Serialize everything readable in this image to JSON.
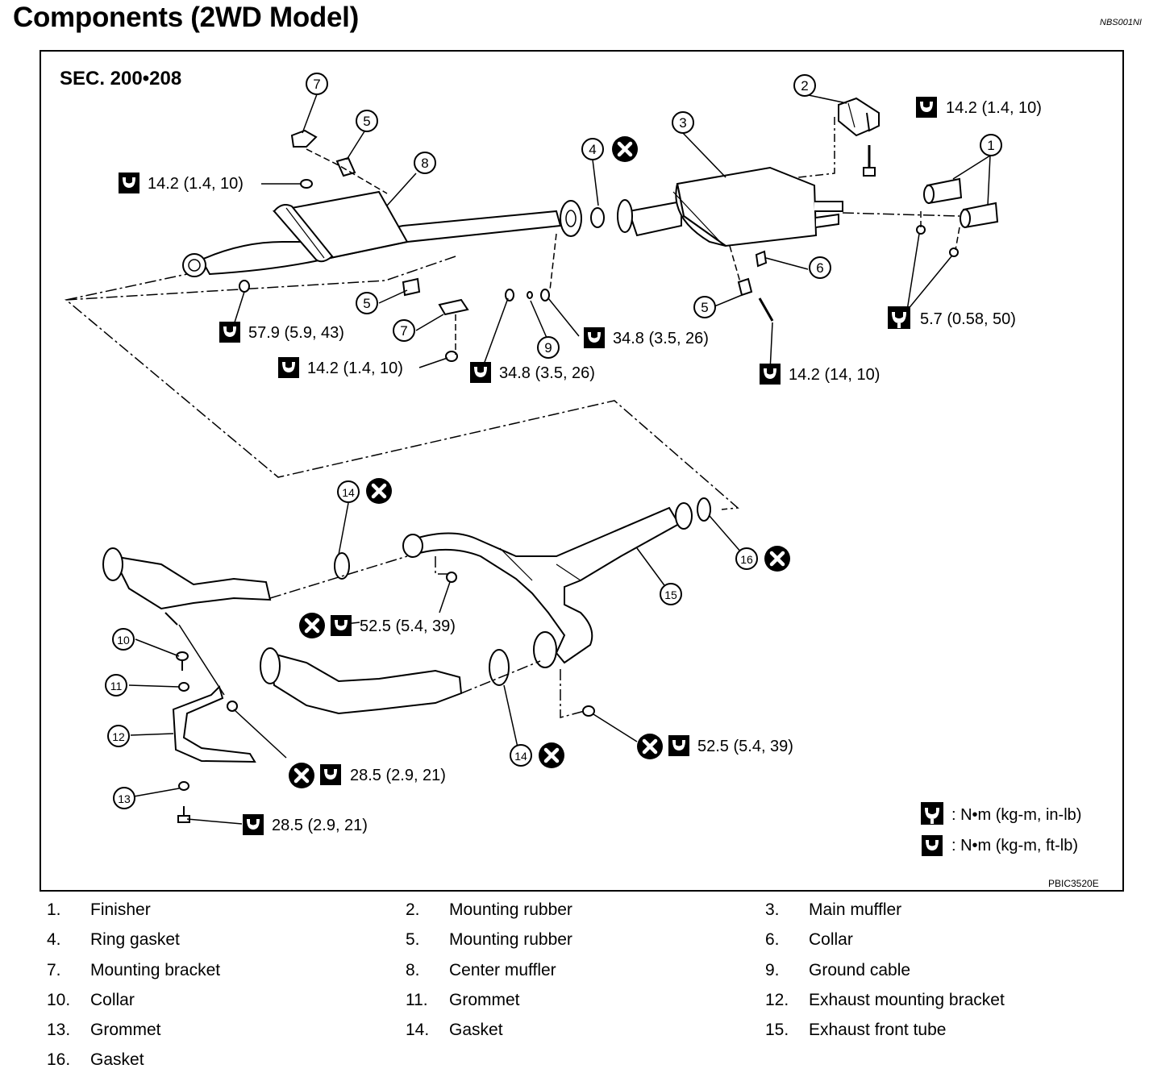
{
  "header": {
    "title": "Components (2WD Model)",
    "doc_id": "NBS001NI"
  },
  "diagram": {
    "section_label": "SEC. 200•208",
    "figure_id": "PBIC3520E",
    "callouts": [
      "1",
      "2",
      "3",
      "4",
      "5",
      "6",
      "7",
      "8",
      "9",
      "10",
      "11",
      "12",
      "13",
      "14",
      "15",
      "16"
    ],
    "torques": {
      "t1": "14.2 (1.4, 10)",
      "t2": "14.2 (1.4, 10)",
      "t3": "57.9 (5.9, 43)",
      "t4": "14.2 (1.4, 10)",
      "t5": "34.8 (3.5, 26)",
      "t6": "34.8 (3.5, 26)",
      "t7": "5.7 (0.58, 50)",
      "t8": "14.2 (14, 10)",
      "t9": "52.5 (5.4, 39)",
      "t10": "28.5 (2.9, 21)",
      "t11": "52.5 (5.4, 39)",
      "t12": "28.5 (2.9, 21)"
    },
    "unit_legend": {
      "in_lb": ": N•m (kg-m, in-lb)",
      "ft_lb": ": N•m (kg-m, ft-lb)"
    },
    "icons": [
      "torque-wrench-icon",
      "do-not-reuse-icon"
    ]
  },
  "parts": [
    {
      "num": "1.",
      "name": "Finisher"
    },
    {
      "num": "2.",
      "name": "Mounting rubber"
    },
    {
      "num": "3.",
      "name": "Main muffler"
    },
    {
      "num": "4.",
      "name": "Ring gasket"
    },
    {
      "num": "5.",
      "name": "Mounting rubber"
    },
    {
      "num": "6.",
      "name": "Collar"
    },
    {
      "num": "7.",
      "name": "Mounting bracket"
    },
    {
      "num": "8.",
      "name": "Center muffler"
    },
    {
      "num": "9.",
      "name": "Ground cable"
    },
    {
      "num": "10.",
      "name": "Collar"
    },
    {
      "num": "11.",
      "name": "Grommet"
    },
    {
      "num": "12.",
      "name": "Exhaust mounting bracket"
    },
    {
      "num": "13.",
      "name": "Grommet"
    },
    {
      "num": "14.",
      "name": "Gasket"
    },
    {
      "num": "15.",
      "name": "Exhaust front tube"
    },
    {
      "num": "16.",
      "name": "Gasket"
    }
  ]
}
